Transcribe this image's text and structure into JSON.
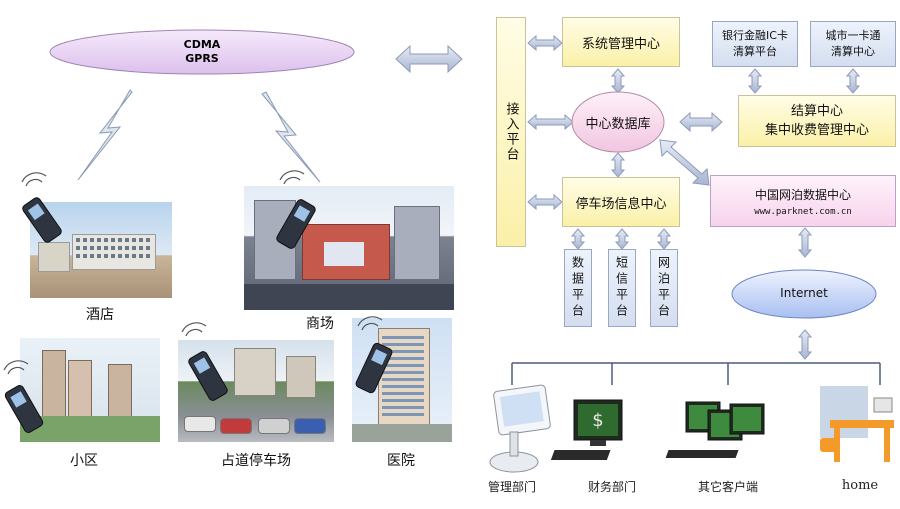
{
  "network": {
    "line1": "CDMA",
    "line2": "GPRS"
  },
  "access_platform": "接入平台",
  "system_mgmt": "系统管理中心",
  "central_db": "中心数据库",
  "parking_info": "停车场信息中心",
  "bank_ic": {
    "line1": "银行金融IC卡",
    "line2": "清算平台"
  },
  "city_card": {
    "line1": "城市一卡通",
    "line2": "清算中心"
  },
  "settlement": {
    "line1": "结算中心",
    "line2": "集中收费管理中心"
  },
  "china_parking": {
    "title": "中国网泊数据中心",
    "url": "www.parknet.com.cn"
  },
  "internet": "Internet",
  "platforms": [
    "数据平台",
    "短信平台",
    "网泊平台"
  ],
  "locations": {
    "hotel": "酒店",
    "mall": "商场",
    "community": "小区",
    "street_parking": "占道停车场",
    "hospital": "医院"
  },
  "clients": [
    "管理部门",
    "财务部门",
    "其它客户端",
    "home"
  ],
  "colors": {
    "yellow_box": "#fbf0a8",
    "blue_box": "#d4def0",
    "pink_box": "#f7d3ec",
    "arrow": "#b8c4dc"
  }
}
